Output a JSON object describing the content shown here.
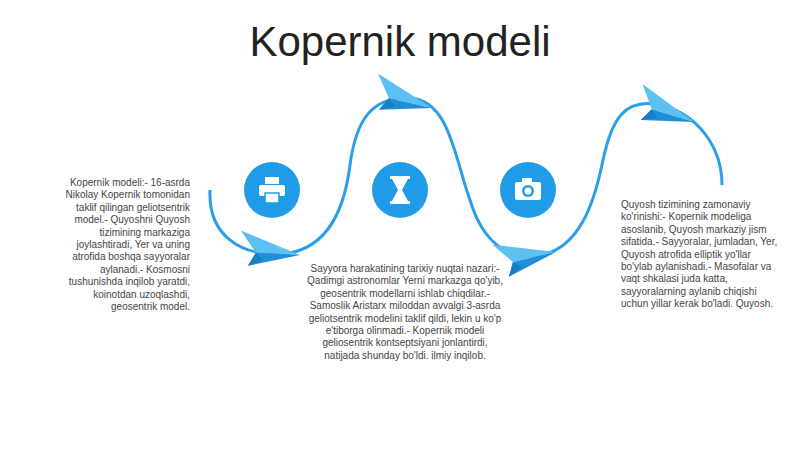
{
  "diagram": {
    "title": "Kopernik modeli",
    "labels": [
      "Kopernik modeli:- 16-asrda Nikolay Kopernik tomonidan taklif qilingan geliotsentrik model.- Quyoshni Quyosh tizimining markaziga joylashtiradi, Yer va uning atrofida boshqa sayyoralar aylanadi.- Kosmosni tushunishda inqilob yaratdi, koinotdan uzoqlashdi, geosentrik model.",
      "Sayyora harakatining tarixiy nuqtai nazari:- Qadimgi astronomlar Yerni markazga qo'yib, geosentrik modellarni ishlab chiqdilar.- Samoslik Aristarx miloddan avvalgi 3-asrda geliotsentrik modelini taklif qildi, lekin u ko'p e'tiborga olinmadi.- Kopernik modeli geliosentrik kontseptsiyani jonlantirdi, natijada shunday bo'ldi. ilmiy inqilob.",
      "Quyosh tizimining zamonaviy ko'rinishi:- Kopernik modeliga asoslanib, Quyosh markaziy jism sifatida.- Sayyoralar, jumladan, Yer, Quyosh atrofida elliptik yo'llar bo'ylab aylanishadi.- Masofalar va vaqt shkalasi juda katta, sayyoralarning aylanib chiqishi uchun yillar kerak bo'ladi. Quyosh."
    ]
  }
}
